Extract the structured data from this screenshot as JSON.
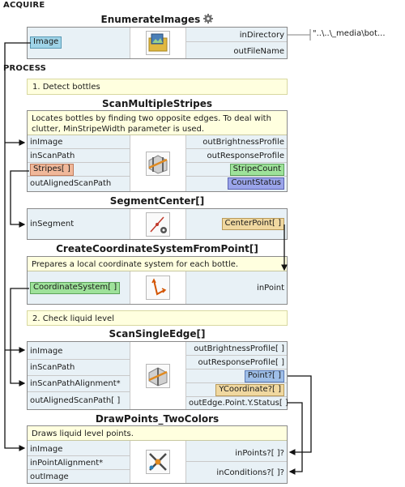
{
  "sections": {
    "acquire": "ACQUIRE",
    "process": "PROCESS"
  },
  "enumerate": {
    "title": "EnumerateImages",
    "inputs": [
      "Image"
    ],
    "outputs": [
      "inDirectory",
      "outFileName"
    ],
    "external_value": "\"..\\..\\_media\\bot..."
  },
  "comments": {
    "detect": "1. Detect bottles",
    "check": "2. Check liquid level"
  },
  "scan_multiple": {
    "title": "ScanMultipleStripes",
    "comment": "Locates bottles by finding two opposite edges. To deal with clutter, MinStripeWidth parameter is used.",
    "inputs": [
      "inImage",
      "inScanPath",
      "Stripes[ ]",
      "outAlignedScanPath"
    ],
    "outputs": [
      "outBrightnessProfile",
      "outResponseProfile",
      "StripeCount",
      "CountStatus"
    ]
  },
  "segment_center": {
    "title": "SegmentCenter[]",
    "inputs": [
      "inSegment"
    ],
    "outputs": [
      "CenterPoint[ ]"
    ]
  },
  "create_coord": {
    "title": "CreateCoordinateSystemFromPoint[]",
    "comment": "Prepares a local coordinate system for each bottle.",
    "inputs": [
      "CoordinateSystem[ ]"
    ],
    "outputs": [
      "inPoint"
    ]
  },
  "scan_single": {
    "title": "ScanSingleEdge[]",
    "inputs": [
      "inImage",
      "inScanPath",
      "inScanPathAlignment*",
      "outAlignedScanPath[ ]"
    ],
    "outputs": [
      "outBrightnessProfile[ ]",
      "outResponseProfile[ ]",
      "Point?[ ]",
      "YCoordinate?[ ]",
      "outEdge.Point.Y.Status[ ]"
    ]
  },
  "draw_points": {
    "title": "DrawPoints_TwoColors",
    "comment": "Draws liquid level points.",
    "inputs": [
      "inImage",
      "inPointAlignment*",
      "outImage"
    ],
    "outputs": [
      "inPoints?[ ]?",
      "inConditions?[ ]?"
    ]
  },
  "colors": {
    "blue_tag": "#9fd4e8",
    "orange_tag": "#f0b89a",
    "green_tag": "#9ee29a",
    "violet_tag": "#9aa4ea",
    "sand_tag": "#f0d8a0",
    "comment_bg": "#ffffdf",
    "port_bg": "#e8f1f6"
  },
  "icons": [
    "gear-icon",
    "image-folder-icon",
    "scan-stripes-icon",
    "segment-center-icon",
    "coordinate-system-icon",
    "scan-edge-icon",
    "draw-points-icon"
  ]
}
